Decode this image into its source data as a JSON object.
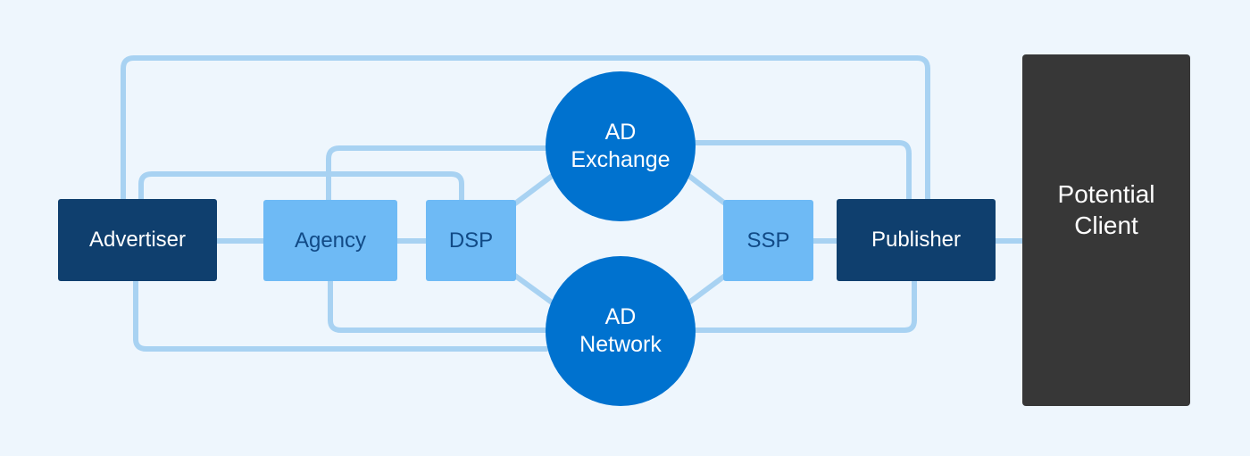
{
  "colors": {
    "background": "#eef6fd",
    "connector": "#a8d2f2",
    "dark_box": "#0f3f6e",
    "light_box": "#6ebaf5",
    "light_box_text": "#114a86",
    "circle": "#0072cf",
    "client_box": "#373737"
  },
  "nodes": {
    "advertiser": "Advertiser",
    "agency": "Agency",
    "dsp": "DSP",
    "ad_exchange": "AD\nExchange",
    "ad_network": "AD\nNetwork",
    "ssp": "SSP",
    "publisher": "Publisher",
    "potential_client": "Potential\nClient"
  },
  "edges": [
    {
      "from": "Advertiser",
      "to": "Agency"
    },
    {
      "from": "Agency",
      "to": "DSP"
    },
    {
      "from": "DSP",
      "to": "AD Exchange"
    },
    {
      "from": "DSP",
      "to": "AD Network"
    },
    {
      "from": "AD Exchange",
      "to": "SSP"
    },
    {
      "from": "AD Network",
      "to": "SSP"
    },
    {
      "from": "SSP",
      "to": "Publisher"
    },
    {
      "from": "Publisher",
      "to": "Potential Client"
    },
    {
      "from": "Advertiser",
      "to": "Publisher"
    },
    {
      "from": "Advertiser",
      "to": "DSP"
    },
    {
      "from": "Agency",
      "to": "AD Exchange"
    },
    {
      "from": "AD Exchange",
      "to": "Publisher"
    },
    {
      "from": "Agency",
      "to": "AD Network"
    },
    {
      "from": "AD Network",
      "to": "Publisher"
    },
    {
      "from": "Advertiser",
      "to": "AD Network"
    }
  ]
}
